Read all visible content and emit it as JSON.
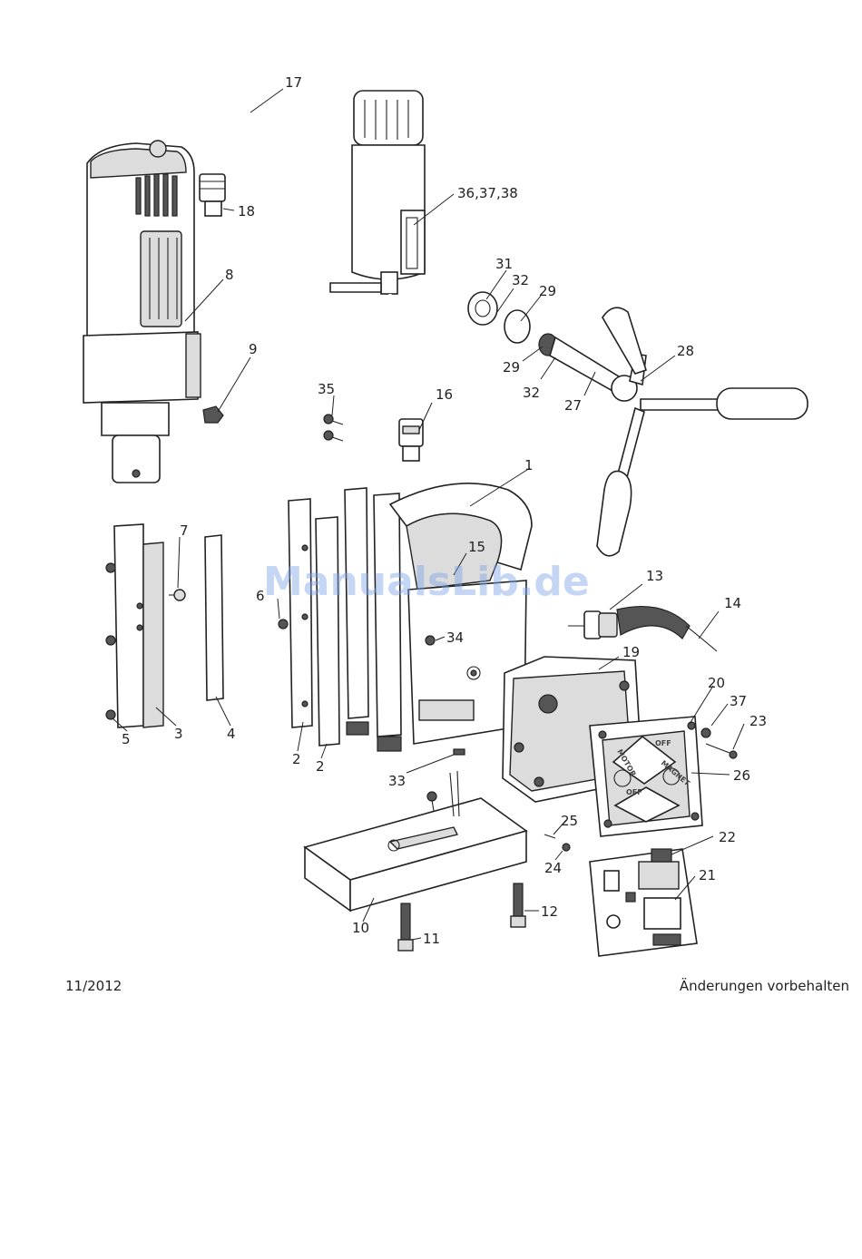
{
  "callouts": {
    "c1": "1",
    "c2a": "2",
    "c2b": "2",
    "c3": "3",
    "c4": "4",
    "c5": "5",
    "c6": "6",
    "c7": "7",
    "c8": "8",
    "c9": "9",
    "c10": "10",
    "c11": "11",
    "c12": "12",
    "c13": "13",
    "c14": "14",
    "c15": "15",
    "c16": "16",
    "c17": "17",
    "c18": "18",
    "c19": "19",
    "c20": "20",
    "c21": "21",
    "c22": "22",
    "c23": "23",
    "c24": "24",
    "c25": "25",
    "c26": "26",
    "c27": "27",
    "c28": "28",
    "c29a": "29",
    "c29b": "29",
    "c31": "31",
    "c32a": "32",
    "c32b": "32",
    "c33": "33",
    "c34": "34",
    "c35": "35",
    "c36": "36,37,38",
    "c37": "37"
  },
  "panel": {
    "motor": "MOTOR",
    "magnet": "MAGNET",
    "off1": "OFF",
    "off2": "OFF"
  },
  "watermark": "ManualsLib.de",
  "footer": {
    "date": "11/2012",
    "notice": "Änderungen vorbehalten"
  }
}
